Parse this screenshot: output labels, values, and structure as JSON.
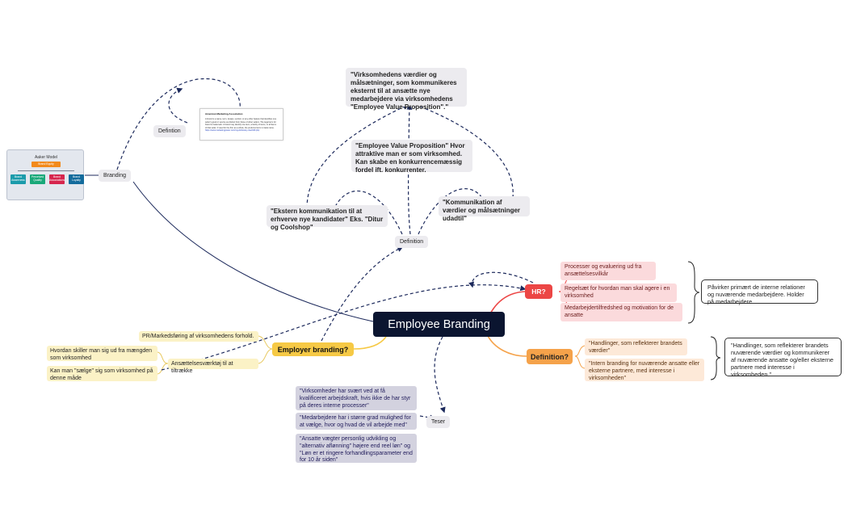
{
  "colors": {
    "central": "#0b1530",
    "hr": "#ec4645",
    "definition_main": "#f5a24a",
    "employer": "#f6c945",
    "dashed": "#1d2a5c"
  },
  "central": {
    "label": "Employee Branding"
  },
  "branding": {
    "label": "Branding",
    "definition_label": "Defintion",
    "aaker": {
      "title": "Aaker Model",
      "top": "Brand Equity",
      "boxes": [
        "Brand Awareness",
        "Perceived Quality",
        "Brand Associations",
        "Brand Loyalty"
      ]
    },
    "ama": {
      "heading": "American Marketing Association",
      "body": "A brand is a name, term, design, symbol, or any other feature that identifies one seller's good or service as distinct from those of other sellers. The legal term for brand is trademark. A brand may identify one item, a family of items, or all items of that seller. If used for the firm as a whole, the preferred term is trade name.",
      "link": "https://www.marketingpower.com/mg-dictionary-view329.php"
    }
  },
  "definition_top": {
    "label": "Definition",
    "quote_evp": "\"Virksomhedens værdier og målsætninger, som kommunikeres eksternt til at ansætte nye medarbejdere via virksomhedens \"Employee Value Proposition\".\"",
    "evp_explained": "\"Employee Value Proposition\" Hvor attraktive man er som virksomhed. Kan skabe en konkurrencemæssig fordel ift. konkurrenter.",
    "ekstern": "\"Ekstern kommunikation til at erhverve nye kandidater\" Eks. \"Ditur og Coolshop\"",
    "kommunikation": "\"Kommunikation af værdier og målsætninger udadtil\""
  },
  "hr": {
    "label": "HR?",
    "items": [
      "Processer og evaluering ud fra ansættelsesvilkår",
      "Regelsæt for hvordan man skal agere i en virksomhed",
      "Medarbejdertilfredshed og motivation for de ansatte"
    ],
    "summary": "Påvirker primært de interne relationer og nuværende medarbejdere. Holder på medarbejdere"
  },
  "definition_main": {
    "label": "Definition?",
    "items": [
      "\"Handlinger, som reflekterer brandets værdier\"",
      "\"Intern branding for nuværende ansatte eller eksterne partnere, med interesse i virksomheden\""
    ],
    "summary": "\"Handlinger, som reflekterer brandets nuværende værdier og kommunikerer af nuværende ansatte og/eller eksterne partnere med interesse i virksomheden.\""
  },
  "employer": {
    "label": "Employer branding?",
    "pr": "PR/Markedsføring af virksomhedens forhold.",
    "ansaet": "Ansættelsesværktøj til at tiltrække",
    "hvordan": "Hvordan skiller man sig ud fra mængden som virksomhed",
    "kan": "Kan man \"sælge\" sig som virksomhed på denne måde"
  },
  "teser": {
    "label": "Teser",
    "items": [
      "\"Virksomheder har svært ved at få kvalificeret arbejdskraft, hvis ikke de har styr på deres interne processer\"",
      "\"Medarbejdere har i større grad mulighed for at vælge, hvor og hvad de vil arbejde med\"",
      "\"Ansatte vægter personlig udvikling og \"alternativ aflønning\" højere end reel løn\" og \"Løn er et ringere forhandlingsparameter end for 10 år siden\""
    ]
  }
}
